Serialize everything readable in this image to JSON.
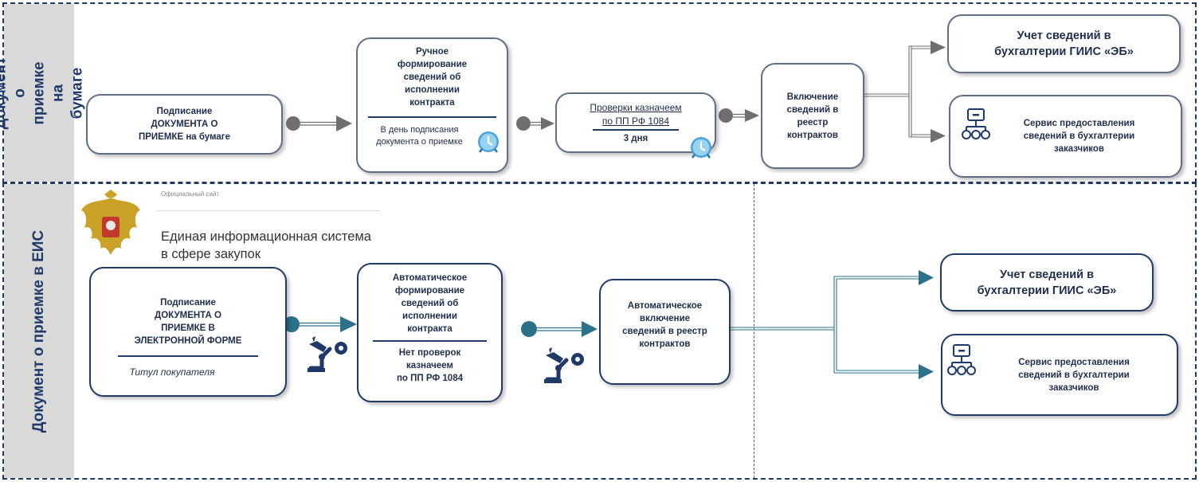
{
  "lanes": {
    "top_label": "Документ о\nприемке на бумаге",
    "bottom_label": "Документ о приемке   в   ЕИС"
  },
  "top": {
    "sign_paper": "Подписание\nДОКУМЕНТА  О\nПРИЕМКЕ  на бумаге",
    "manual_title": "Ручное\nформирование\nсведений   об\nисполнении\nконтракта",
    "manual_note": "В день подписания\nдокумента  о приемке",
    "treasury_title": "Проверки казначеем\nпо ПП РФ  1084",
    "treasury_days": "3 дня",
    "registry": "Включение\nсведений  в\nреестр\nконтрактов",
    "ebs_accounting": "Учет сведений в\nбухгалтерии ГИИС «ЭБ»",
    "service": "Сервис  предоставления\nсведений  в бухгалтерии\nзаказчиков"
  },
  "eis": {
    "official_site": "Официальный сайт",
    "system_name": "Единая информационная система\nв сфере закупок"
  },
  "bottom": {
    "sign_electronic": "Подписание\nДОКУМЕНТА  О\nПРИЕМКЕ  В\nЭЛЕКТРОННОЙ ФОРМЕ",
    "buyer_title": "Титул  покупателя",
    "auto_title": "Автоматическое\nформирование\nсведений   об\nисполнении\nконтракта",
    "auto_note": "Нет проверок\nказначеем\nпо ПП РФ  1084",
    "auto_registry": "Автоматическое\nвключение\nсведений  в реестр\nконтрактов",
    "ebs_accounting": "Учет сведений в\nбухгалтерии ГИИС «ЭБ»",
    "service": "Сервис  предоставления\nсведений  в бухгалтерии\nзаказчиков"
  },
  "colors": {
    "grey_arrow": "#6f6f6f",
    "teal_arrow": "#2a7189",
    "navy": "#1f3a68",
    "label_bg": "#d9d9d9"
  },
  "icons": [
    "alarm-clock-icon",
    "network-service-icon",
    "robot-arm-icon",
    "state-emblem-icon"
  ]
}
